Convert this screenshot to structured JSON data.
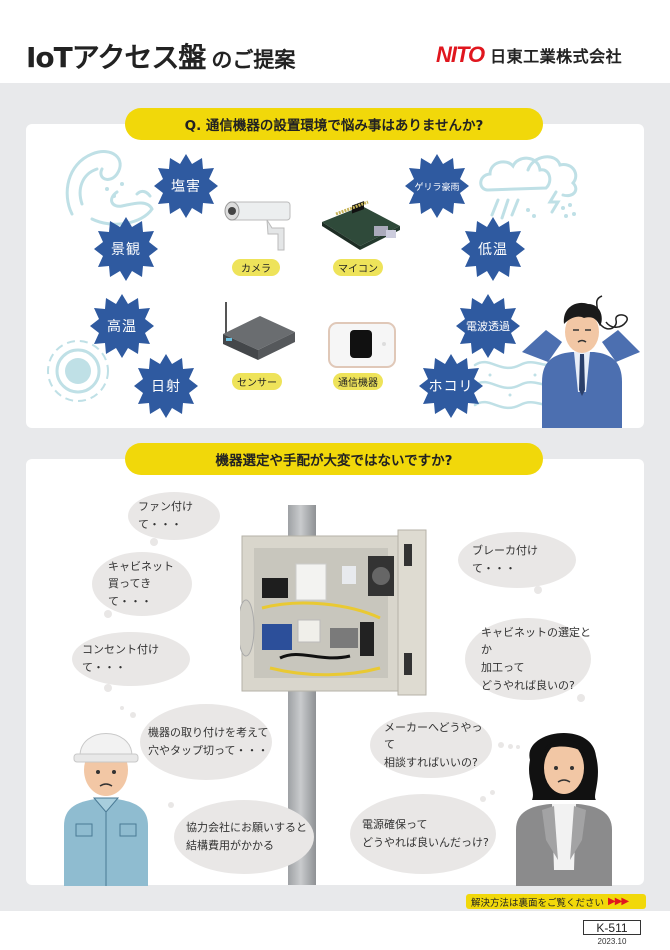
{
  "header": {
    "title_main": "IoTアクセス盤",
    "title_suffix": "のご提案",
    "logo_mark": "NITO",
    "company_name": "日東工業株式会社"
  },
  "section1": {
    "heading": "Q. 通信機器の設置環境で悩み事はありませんか?",
    "concerns": [
      {
        "label": "塩害",
        "icon": "wave-icon"
      },
      {
        "label": "景観",
        "icon": ""
      },
      {
        "label": "高温",
        "icon": ""
      },
      {
        "label": "日射",
        "icon": "sun-icon"
      },
      {
        "label": "ゲリラ豪雨",
        "icon": "storm-cloud-icon"
      },
      {
        "label": "低温",
        "icon": ""
      },
      {
        "label": "電波透過",
        "icon": ""
      },
      {
        "label": "ホコリ",
        "icon": "dust-wind-icon"
      }
    ],
    "devices": [
      {
        "label": "カメラ",
        "icon": "security-camera-icon"
      },
      {
        "label": "マイコン",
        "icon": "microcomputer-board-icon"
      },
      {
        "label": "センサー",
        "icon": "sensor-box-icon"
      },
      {
        "label": "通信機器",
        "icon": "mobile-router-icon"
      }
    ],
    "colors": {
      "burst": "#2f5aa0",
      "tag": "#eee35a",
      "heading": "#f1d80a"
    }
  },
  "section2": {
    "heading": "機器選定や手配が大変ではないですか?",
    "left_bubbles": [
      "ファン付けて・・・",
      "キャビネット\n買ってきて・・・",
      "コンセント付けて・・・",
      "機器の取り付けを考えて\n穴やタップ切って・・・",
      "協力会社にお願いすると\n結構費用がかかる"
    ],
    "right_bubbles": [
      "ブレーカ付けて・・・",
      "キャビネットの選定とか\n加工って\nどうやれば良いの?",
      "メーカーへどうやって\n相談すればいいの?",
      "電源確保って\nどうやれば良いんだっけ?"
    ]
  },
  "footer": {
    "note": "解決方法は裏面をご覧ください",
    "arrows": "▶▶▶",
    "doc_code": "K-511",
    "date": "2023.10"
  }
}
